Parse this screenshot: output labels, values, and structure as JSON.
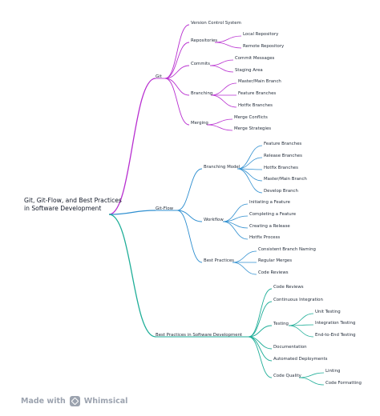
{
  "root": "Git, Git-Flow, and Best Practices in Software Development",
  "branches": {
    "git": {
      "label": "Git",
      "color": "#b82fd0",
      "version_control_system": "Version Control System",
      "repositories": "Repositories",
      "local_repository": "Local Repository",
      "remote_repository": "Remote Repository",
      "commits": "Commits",
      "commit_messages": "Commit Messages",
      "staging_area": "Staging Area",
      "branching": "Branching",
      "master_main_branch": "Master/Main Branch",
      "feature_branches": "Feature Branches",
      "hotfix_branches": "Hotfix Branches",
      "merging": "Merging",
      "merge_conflicts": "Merge Conflicts",
      "merge_strategies": "Merge Strategies"
    },
    "git_flow": {
      "label": "Git-Flow",
      "color": "#2f8fd0",
      "branching_model": "Branching Model",
      "feature_branches": "Feature Branches",
      "release_branches": "Release Branches",
      "hotfix_branches": "Hotfix Branches",
      "master_main_branch": "Master/Main Branch",
      "develop_branch": "Develop Branch",
      "workflow": "Workflow",
      "initiating_a_feature": "Initiating a Feature",
      "completing_a_feature": "Completing a Feature",
      "creating_a_release": "Creating a Release",
      "hotfix_process": "Hotfix Process",
      "best_practices": "Best Practices",
      "consistent_branch_naming": "Consistent Branch Naming",
      "regular_merges": "Regular Merges",
      "code_reviews": "Code Reviews"
    },
    "best_practices": {
      "label": "Best Practices in Software Development",
      "color": "#1fae98",
      "code_reviews": "Code Reviews",
      "continuous_integration": "Continuous Integration",
      "testing": "Testing",
      "unit_testing": "Unit Testing",
      "integration_testing": "Integration Testing",
      "end_to_end_testing": "End-to-End Testing",
      "documentation": "Documentation",
      "automated_deployments": "Automated Deployments",
      "code_quality": "Code Quality",
      "linting": "Linting",
      "code_formatting": "Code Formatting"
    }
  },
  "watermark": {
    "text": "Made with",
    "brand": "Whimsical",
    "logo_icon": "whimsical-logo-icon"
  }
}
